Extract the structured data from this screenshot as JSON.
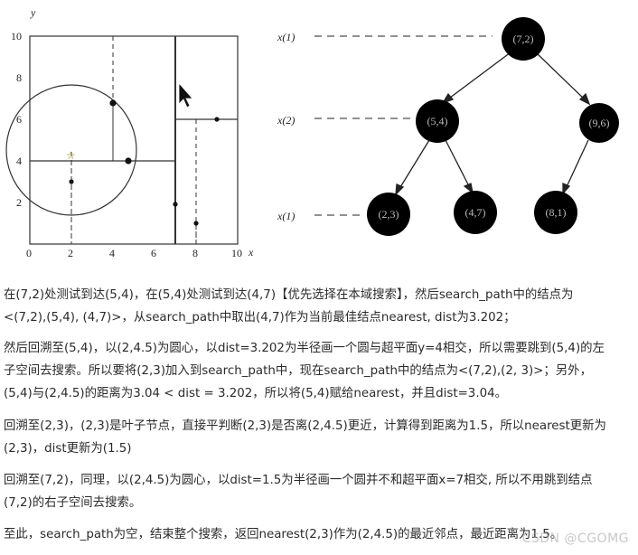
{
  "figure": {
    "plot": {
      "axis_x_label": "x",
      "axis_y_label": "y",
      "x_ticks": [
        "0",
        "2",
        "4",
        "6",
        "8",
        "10"
      ],
      "y_ticks": [
        "2",
        "4",
        "6",
        "8",
        "10"
      ],
      "marker_star": "☆"
    },
    "tree": {
      "level_labels": [
        "x(1)",
        "x(2)",
        "x(1)"
      ],
      "nodes": [
        "(7,2)",
        "(5,4)",
        "(9,6)",
        "(2,3)",
        "(4,7)",
        "(8,1)"
      ]
    }
  },
  "paragraphs": [
    [
      "在(7,2)处测试到达(5,4)，在(5,4)处测试到达(4,7)【优先选择在本域搜索】，然后search_path中的结点为",
      "<(7,2),(5,4), (4,7)>，从search_path中取出(4,7)作为当前最佳结点nearest, dist为3.202；"
    ],
    [
      "然后回溯至(5,4)，以(2,4.5)为圆心，以dist=3.202为半径画一个圆与超平面y=4相交，所以需要跳到(5,4)的左",
      "子空间去搜索。所以要将(2,3)加入到search_path中，现在search_path中的结点为<(7,2),(2, 3)>；另外，",
      "(5,4)与(2,4.5)的距离为3.04 < dist = 3.202，所以将(5,4)赋给nearest，并且dist=3.04。"
    ],
    [
      "回溯至(2,3)，(2,3)是叶子节点，直接平判断(2,3)是否离(2,4.5)更近，计算得到距离为1.5，所以nearest更新为",
      "(2,3)，dist更新为(1.5)"
    ],
    [
      "回溯至(7,2)，同理，以(2,4.5)为圆心，以dist=1.5为半径画一个圆并不和超平面x=7相交, 所以不用跳到结点",
      "(7,2)的右子空间去搜索。"
    ],
    [
      "至此，search_path为空，结束整个搜索，返回nearest(2,3)作为(2,4.5)的最近邻点，最近距离为1.5。"
    ]
  ],
  "watermark": "CSDN @CGOMG"
}
